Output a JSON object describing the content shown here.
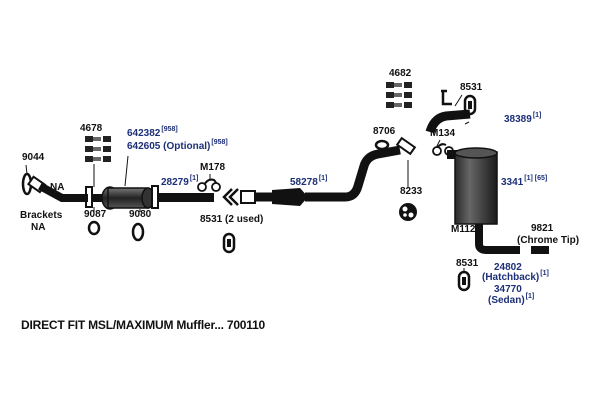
{
  "diagram": {
    "caption": "DIRECT FIT MSL/MAXIMUM Muffler... 700110",
    "colors": {
      "part": "#111111",
      "number": "#1c2f78",
      "background": "#ffffff"
    },
    "labels": {
      "p4678": "4678",
      "p642382": "642382",
      "p642382_note": "[958]",
      "p642605": "642605 (Optional)",
      "p642605_note": "[958]",
      "p9044": "9044",
      "na1": "NA",
      "brackets": "Brackets",
      "na2": "NA",
      "p9087": "9087",
      "p9080": "9080",
      "m178": "M178",
      "p28279": "28279",
      "p28279_note": "[1]",
      "p8531_2used": "8531 (2 used)",
      "p58278": "58278",
      "p58278_note": "[1]",
      "p4682": "4682",
      "p8531_top": "8531",
      "p8706": "8706",
      "m134": "M134",
      "p38389": "38389",
      "p38389_note": "[1]",
      "p8233": "8233",
      "p3341": "3341",
      "p3341_note": "[1] [65]",
      "m112": "M112",
      "p9821": "9821",
      "chrome_tip": "(Chrome Tip)",
      "p8531_bottom": "8531",
      "p24802": "24802",
      "hatchback": "(Hatchback)",
      "hatchback_note": "[1]",
      "p34770": "34770",
      "sedan": "(Sedan)",
      "sedan_note": "[1]"
    }
  }
}
